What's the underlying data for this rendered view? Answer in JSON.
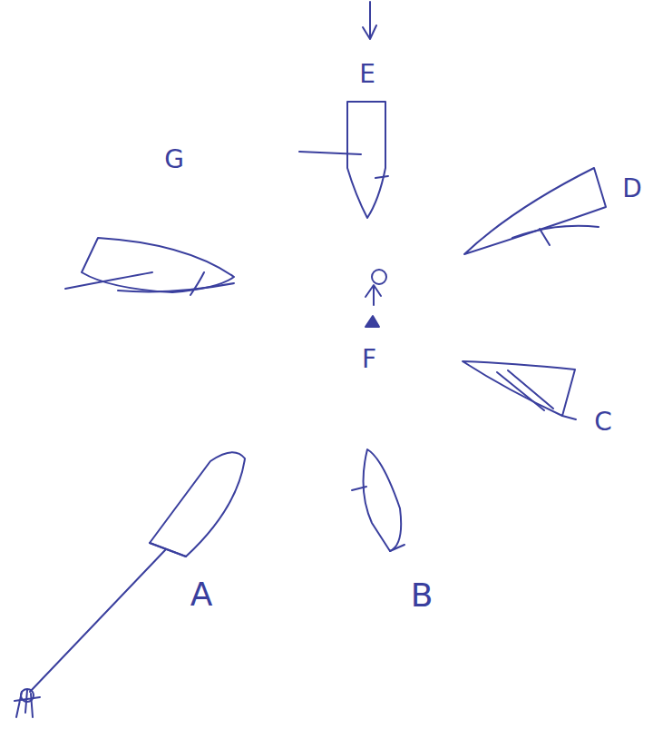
{
  "diagram": {
    "labels": [
      "E",
      "G",
      "D",
      "F",
      "C",
      "A",
      "B"
    ]
  }
}
